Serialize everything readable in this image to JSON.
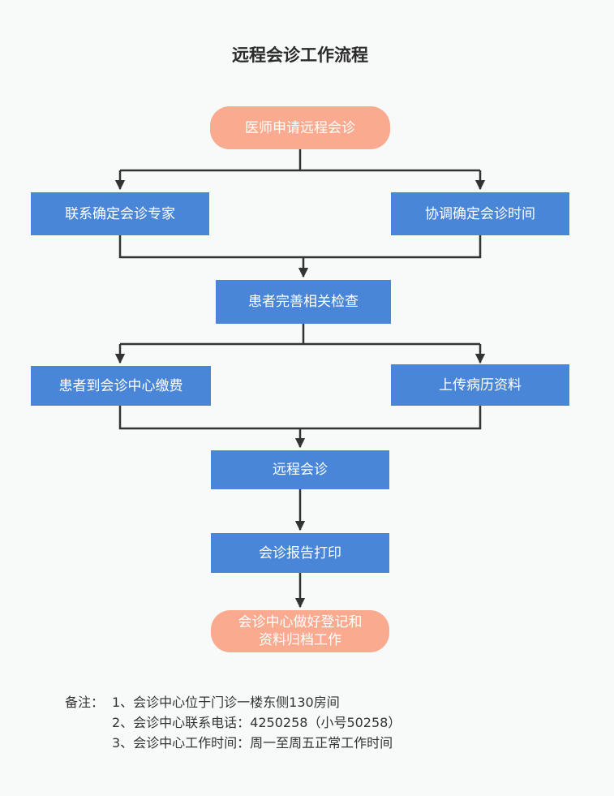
{
  "title": "远程会诊工作流程",
  "nodes": {
    "start": "医师申请远程会诊",
    "contact_expert": "联系确定会诊专家",
    "coordinate_time": "协调确定会诊时间",
    "exam": "患者完善相关检查",
    "payment": "患者到会诊中心缴费",
    "upload": "上传病历资料",
    "consult": "远程会诊",
    "report": "会诊报告打印",
    "end_line1": "会诊中心做好登记和",
    "end_line2": "资料归档工作"
  },
  "notes": {
    "label": "备注：",
    "items": [
      "1、会诊中心位于门诊一楼东侧130房间",
      "2、会诊中心联系电话：4250258（小号50258）",
      "3、会诊中心工作时间：周一至周五正常工作时间"
    ]
  },
  "colors": {
    "process_box": "#4a86d8",
    "terminal_box": "#f9aa8f",
    "connector": "#333333"
  }
}
